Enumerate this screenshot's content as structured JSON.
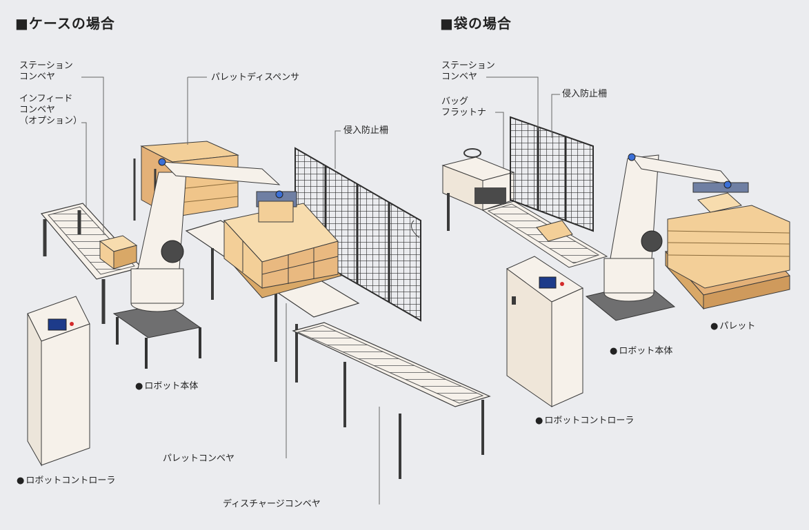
{
  "sections": {
    "case": {
      "heading": "■ケースの場合",
      "labels": {
        "station_conveyor": [
          "ステーション",
          "コンベヤ"
        ],
        "infeed_conveyor": [
          "インフィード",
          "コンベヤ",
          "（オプション）"
        ],
        "pallet_dispenser": "パレットディスペンサ",
        "safety_fence": "侵入防止柵",
        "robot_body": "ロボット本体",
        "pallet_conveyor": "パレットコンベヤ",
        "discharge_conveyor": "ディスチャージコンベヤ",
        "robot_controller": "ロボットコントローラ"
      }
    },
    "bag": {
      "heading": "■袋の場合",
      "labels": {
        "station_conveyor": [
          "ステーション",
          "コンベヤ"
        ],
        "bag_flattener": [
          "バッグ",
          "フラットナ"
        ],
        "safety_fence": "侵入防止柵",
        "pallet": "パレット",
        "robot_body": "ロボット本体",
        "robot_controller": "ロボットコントローラ"
      }
    }
  },
  "colors": {
    "background": "#ebecef",
    "machine": "#f6f1ea",
    "outline": "#3a3a3a",
    "cardboard": "#f3cf98",
    "cardboard_dark": "#d9a867",
    "pallet_wood": "#e4b178",
    "base_gray": "#6f6f70",
    "fence": "#2d2d2d",
    "accent_blue": "#3b6fd6",
    "screen_blue": "#1d3b8a",
    "indicator_red": "#d32a2a"
  }
}
